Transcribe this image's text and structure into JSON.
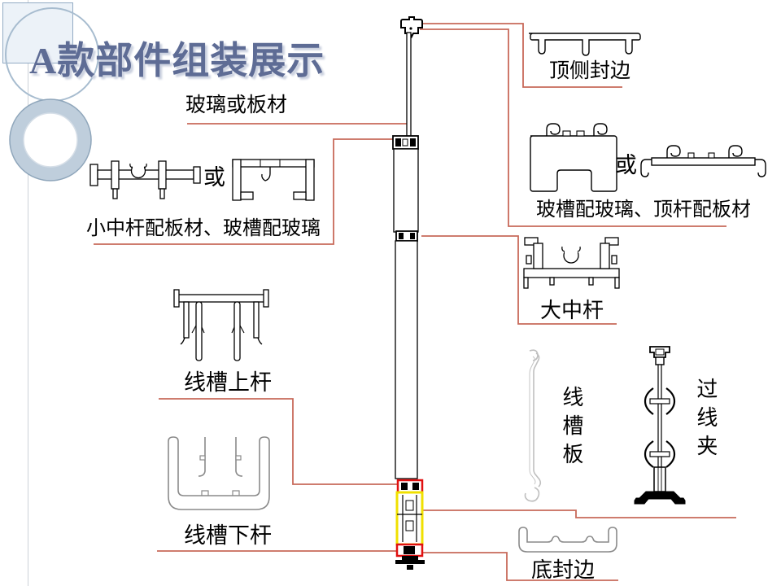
{
  "slide": {
    "title": "A款部件组装展示"
  },
  "labels": {
    "glass_or_board": "玻璃或板材",
    "top_side_edge": "顶侧封边",
    "or_left": "或",
    "small_mid_bar": "小中杆配板材、玻槽配玻璃",
    "or_right": "或",
    "glass_groove_top_bar": "玻槽配玻璃、顶杆配板材",
    "big_mid_bar": "大中杆",
    "duct_upper_bar": "线槽上杆",
    "duct_board": "线槽板",
    "wire_clip": "过线夹",
    "duct_lower_bar": "线槽下杆",
    "bottom_edge": "底封边"
  },
  "colors": {
    "title_text": "#5E6C95",
    "leader_line": "#C86A5A",
    "profile_outline": "#000000",
    "profile_gray": "#8A8A8A",
    "duct_board_gray": "#BFBFBF",
    "highlight_yellow": "#F0E000",
    "highlight_red": "#E01010",
    "decor_circle_blue": "#A7BCCF"
  }
}
